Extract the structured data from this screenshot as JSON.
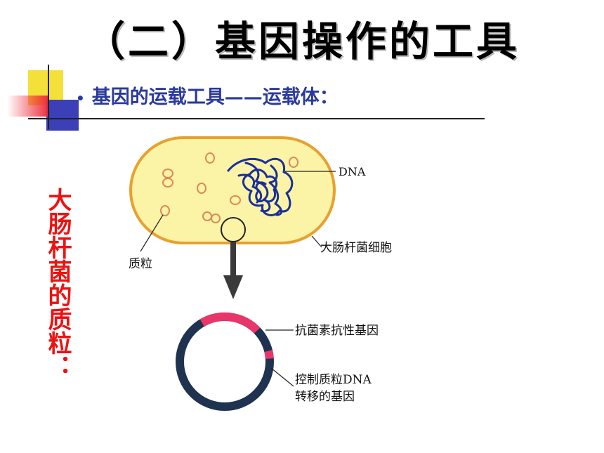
{
  "title": "（二）基因操作的工具",
  "bullet": {
    "symbol": "•",
    "text": "基因的运载工具——运载体："
  },
  "side_caption": "大肠杆菌的质粒：",
  "diagram": {
    "labels": {
      "dna": "DNA",
      "cell": "大肠杆菌细胞",
      "plasmid": "质粒",
      "antibiotic_gene": "抗菌素抗性基因",
      "replication_gene_line1": "控制质粒DNA",
      "replication_gene_line2": "转移的基因"
    },
    "colors": {
      "cell_fill": "#fbf3a6",
      "cell_border": "#e8a030",
      "plasmid_small": "#d9895a",
      "dna_coil": "#1b2f9a",
      "ring_dark": "#1f3350",
      "ring_pink": "#e8356a",
      "arrow": "#3a3a3a"
    }
  },
  "decoration": {
    "yellow": "#f3e13a",
    "blue": "#3b3fb8",
    "red": "#ee2a3a"
  }
}
